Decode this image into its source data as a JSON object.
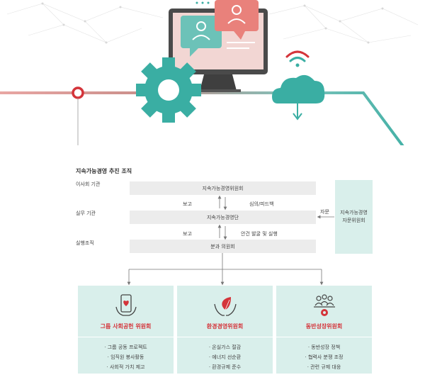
{
  "org": {
    "title": "지속가능경영 추진 조직",
    "levels": [
      "이사회 기관",
      "실무 기관",
      "실행조직"
    ],
    "bars": [
      "지속가능경영위원회",
      "지속가능경영단",
      "분과 의원회"
    ],
    "flows": {
      "report_1": "보고",
      "review_1": "심의/피드백",
      "report_2": "보고",
      "task_2": "안건 발굴 및 실행",
      "advise": "자문"
    },
    "advisory": {
      "line1": "지속가능경영",
      "line2": "자문위원회"
    }
  },
  "committees": [
    {
      "name": "그룹 사회공헌 위원회",
      "icon": "phone-heart-icon",
      "items": [
        "그룹 공동 프로젝트",
        "임직원 봉사활동",
        "사회적 가치 제고"
      ]
    },
    {
      "name": "환경경영위원회",
      "icon": "hands-leaf-icon",
      "items": [
        "온실가스 절감",
        "에너지 선순환",
        "환경규제 준수"
      ]
    },
    {
      "name": "동반성장위원회",
      "icon": "people-gear-icon",
      "items": [
        "동반성장 정책",
        "협력사 분쟁 조정",
        "관련 규제 대응"
      ]
    }
  ],
  "colors": {
    "accent_red": "#d4343a",
    "teal": "#3aaea3",
    "light_teal": "#d9efeb",
    "bar_gray": "#ececec"
  }
}
